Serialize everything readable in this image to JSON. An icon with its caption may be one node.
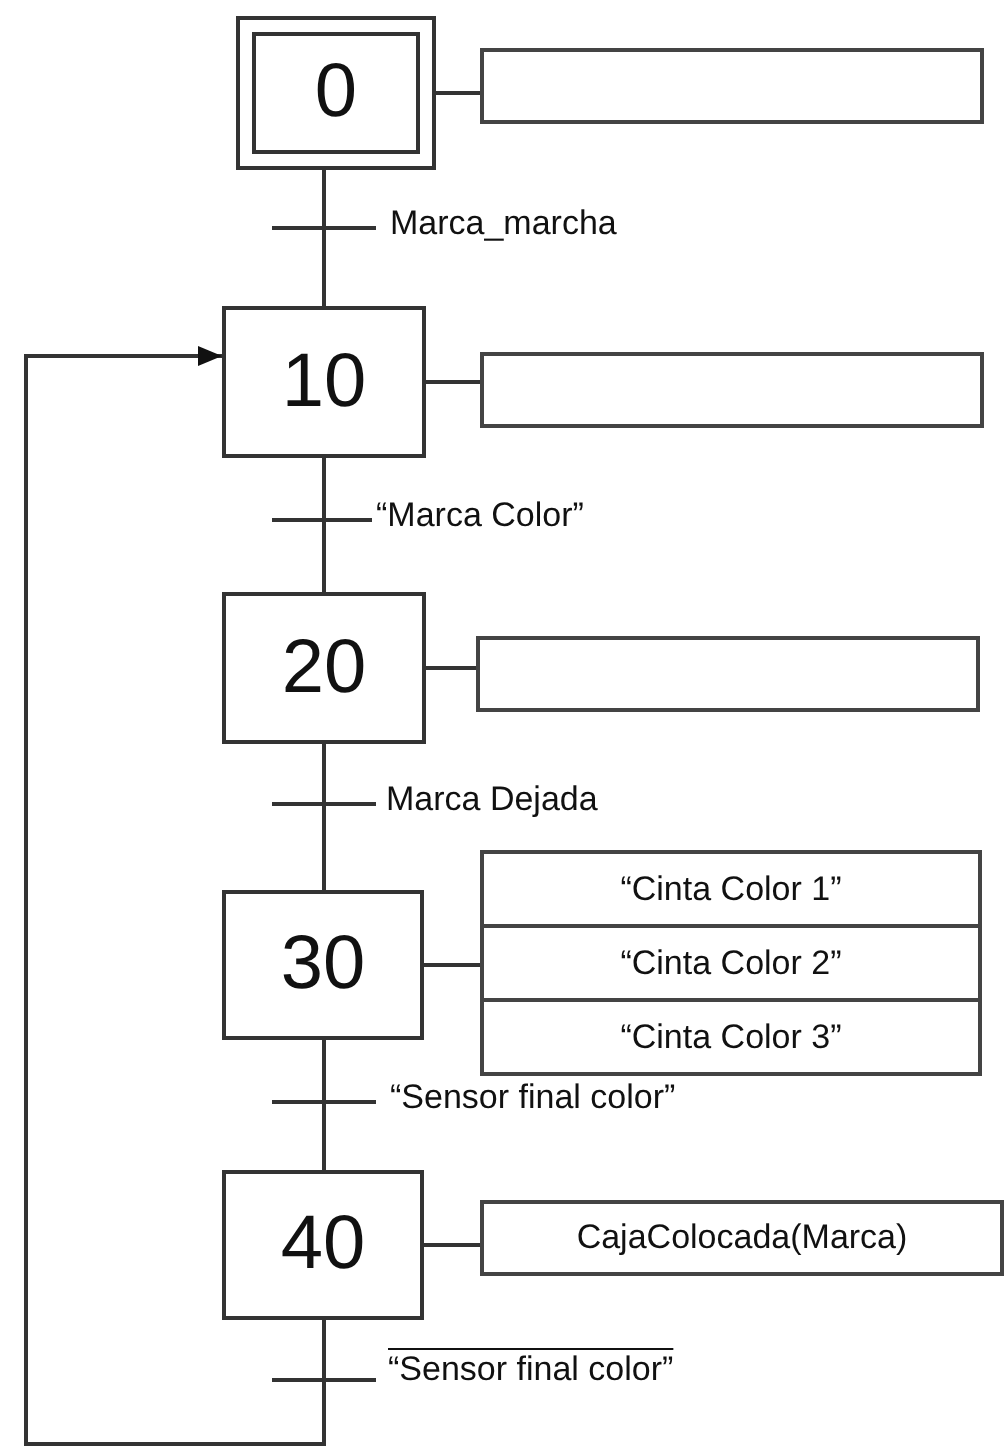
{
  "diagram": {
    "nodes": [
      {
        "text": [
          "0"
        ]
      },
      {
        "text": [],
        "shape": "box"
      },
      {
        "text": [
          "10"
        ]
      },
      {
        "text": [],
        "shape": "box"
      },
      {
        "text": [
          "20"
        ]
      },
      {
        "text": [],
        "shape": "box"
      },
      {
        "text": [
          "30"
        ]
      },
      {
        "text": [
          "“Cinta Color 1”"
        ]
      },
      {
        "text": [
          "“Cinta Color 2”"
        ]
      },
      {
        "text": [
          "“Cinta Color 3”"
        ]
      },
      {
        "text": [
          "40"
        ]
      },
      {
        "text": [
          "CajaColocada(Marca)"
        ]
      }
    ],
    "edges": [
      {
        "from": 0,
        "to": 2,
        "arrow": "none",
        "label": "Marca_marcha"
      },
      {
        "from": 0,
        "to": 1,
        "arrow": "none"
      },
      {
        "from": 2,
        "to": 4,
        "arrow": "none",
        "label": "“Marca Color”"
      },
      {
        "from": 2,
        "to": 3,
        "arrow": "none"
      },
      {
        "from": 4,
        "to": 6,
        "arrow": "none",
        "label": "Marca Dejada"
      },
      {
        "from": 4,
        "to": 5,
        "arrow": "none"
      },
      {
        "from": 6,
        "to": 10,
        "arrow": "none",
        "label": "“Sensor final color”"
      },
      {
        "from": 6,
        "to": 8,
        "arrow": "none"
      },
      {
        "from": 10,
        "to": 2,
        "arrow": "to",
        "label": "“Sensor final color”"
      },
      {
        "from": 10,
        "to": 11,
        "arrow": "none"
      }
    ]
  }
}
